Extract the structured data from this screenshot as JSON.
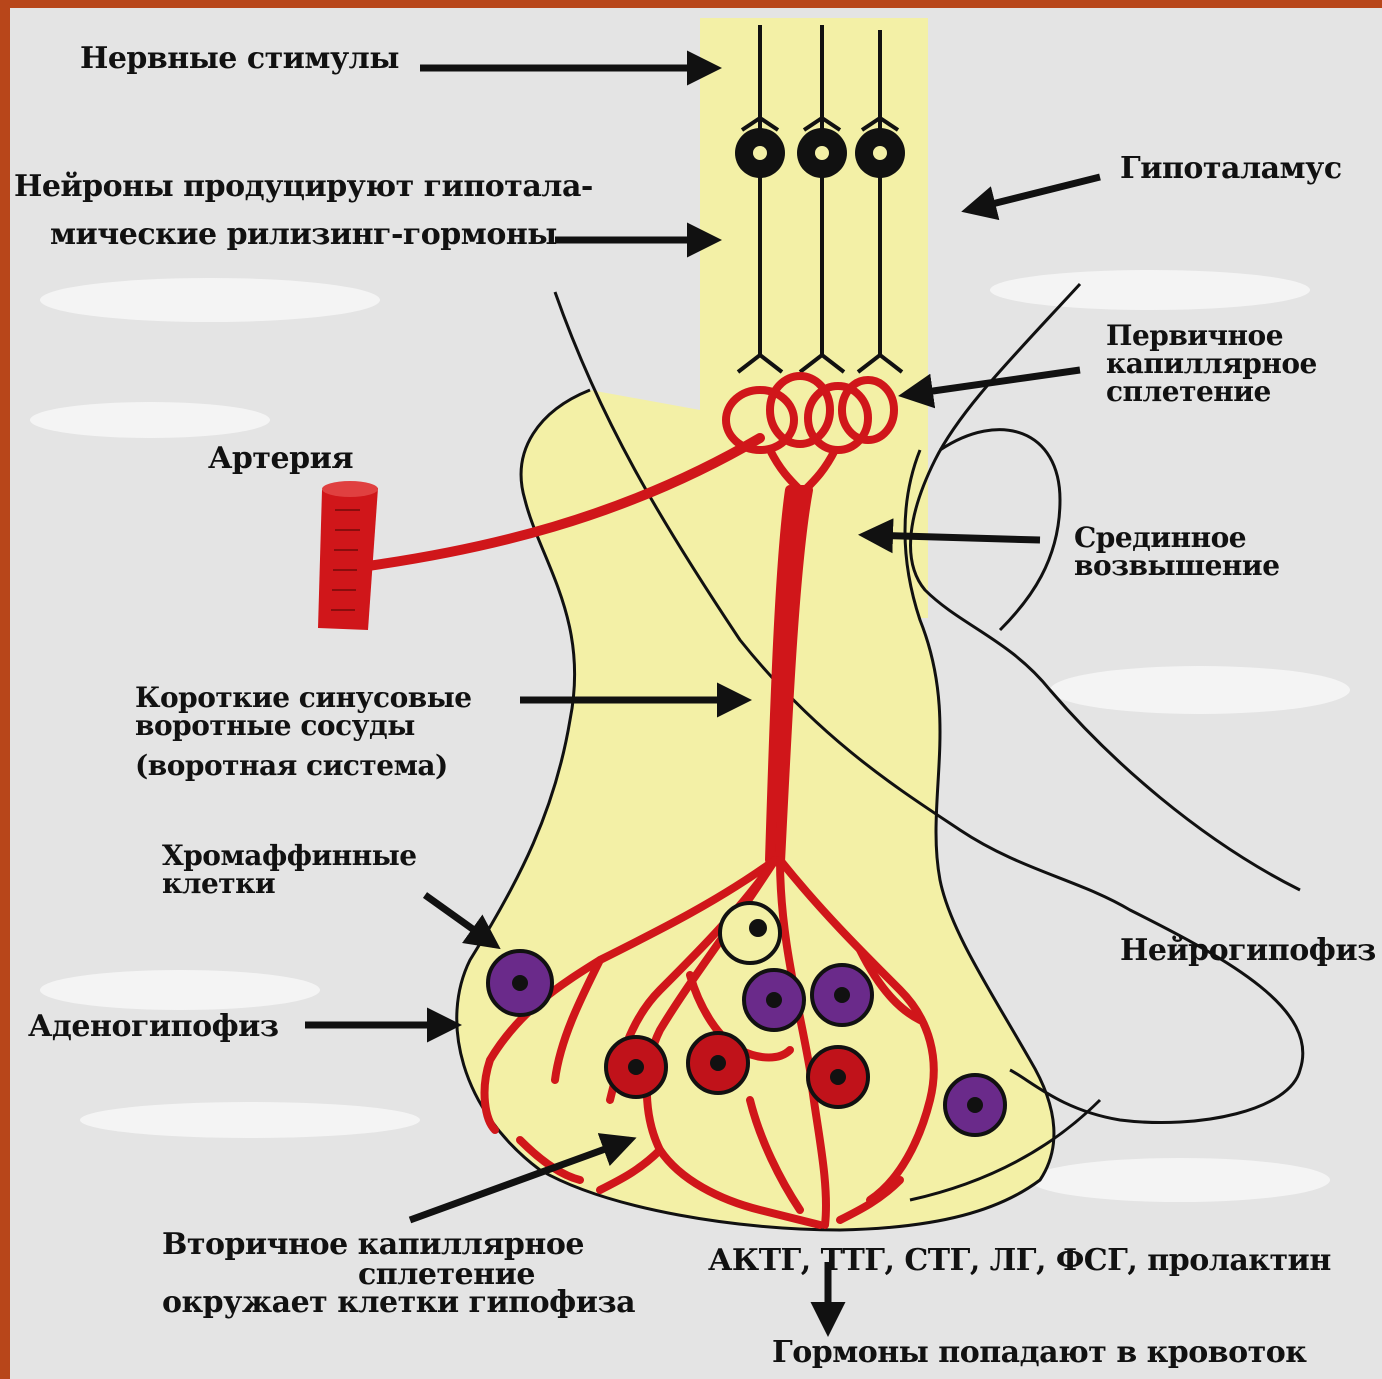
{
  "colors": {
    "background": "#e4e4e4",
    "frame_accent": "#b8461a",
    "tissue_yellow": "#f3f0a6",
    "vessel_red": "#d0161a",
    "cell_purple": "#6a2a8a",
    "cell_red": "#c0121a",
    "outline": "#111111"
  },
  "labels": {
    "nerve_stimuli": "Нервные стимулы",
    "neurons_line1": "Нейроны продуцируют гипотала-",
    "neurons_line2": "мические рилизинг-гормоны",
    "hypothalamus": "Гипоталамус",
    "primary_plexus_line1": "Первичное",
    "primary_plexus_line2": "капиллярное",
    "primary_plexus_line3": "сплетение",
    "artery": "Артерия",
    "median_eminence_line1": "Срединное",
    "median_eminence_line2": "возвышение",
    "portal_line1": "Короткие синусовые",
    "portal_line2": "воротные сосуды",
    "portal_line3": "(воротная система)",
    "chromaffin_line1": "Хромаффинные",
    "chromaffin_line2": "клетки",
    "neurohypophysis": "Нейрогипофиз",
    "adenohypophysis": "Аденогипофиз",
    "secondary_line1": "Вторичное капиллярное",
    "secondary_line2": "сплетение",
    "secondary_line3": "окружает клетки гипофиза",
    "hormones_list": "АКТГ, ТТГ, СТГ, ЛГ, ФСГ, пролактин",
    "hormones_blood": "Гормоны попадают в кровоток"
  }
}
